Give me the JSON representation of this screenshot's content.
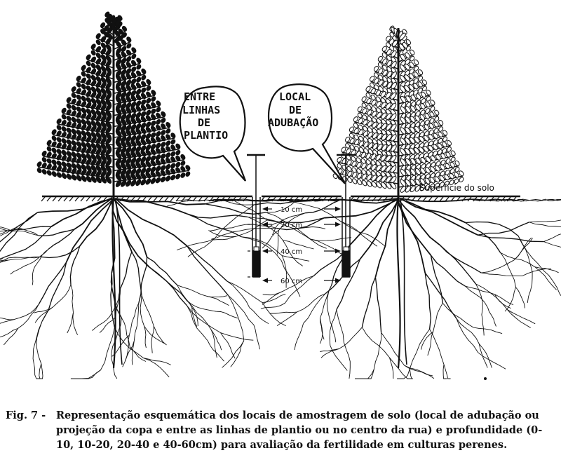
{
  "bubbles": {
    "left": [
      "ENTRE",
      "LINHAS",
      "DE",
      "PLANTIO"
    ],
    "right": [
      "LOCAL",
      "DE",
      "ADUBAÇÃO"
    ]
  },
  "surface_label": "Superfície do solo",
  "depths": [
    "10 cm",
    "20 cm",
    "40 cm",
    "60 cm"
  ],
  "caption": {
    "number": "Fig. 7 -",
    "lines": [
      "Representação esquemática  dos locais de amostragem  de solo (local de adubação ou",
      "projeção da copa e entre as linhas  de plantio ou no centro da rua) e profundidade (0-",
      "10, 10-20, 20-40 e 40-60cm) para avaliação da fertilidade em culturas perenes."
    ]
  }
}
